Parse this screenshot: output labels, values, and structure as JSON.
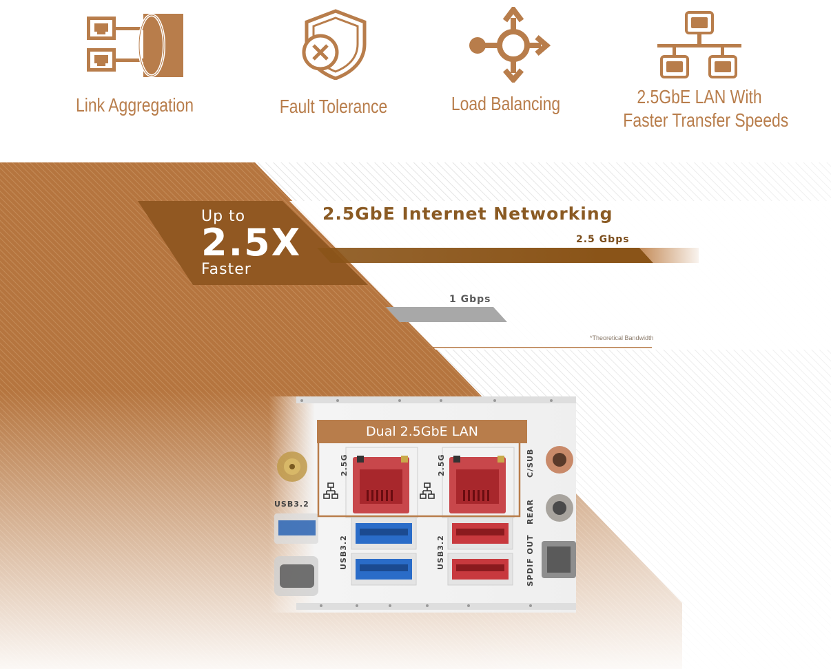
{
  "features": [
    {
      "icon": "link-aggregation-icon",
      "label": "Link Aggregation"
    },
    {
      "icon": "shield-x-icon",
      "label": "Fault Tolerance"
    },
    {
      "icon": "load-balancing-icon",
      "label": "Load Balancing"
    },
    {
      "icon": "network-tree-icon",
      "label_line1": "2.5GbE LAN With",
      "label_line2": "Faster Transfer Speeds"
    }
  ],
  "badge": {
    "line1": "Up to",
    "multiplier": "2.5X",
    "line3": "Faster"
  },
  "comparison": {
    "title": "2.5GbE Internet Networking",
    "bars": [
      {
        "label": "2.5 Gbps",
        "value": 2.5
      },
      {
        "label": "1 Gbps",
        "value": 1
      }
    ],
    "note": "*Theoretical Bandwidth"
  },
  "io_panel": {
    "title": "Dual 2.5GbE LAN",
    "labels": {
      "lan1": "2.5G",
      "lan2": "2.5G",
      "usb_left": "USB3.2",
      "usb_right": "USB3.2",
      "usb_edge": "USB3.2",
      "c_sub": "C/SUB",
      "rear": "REAR",
      "spdif": "SPDIF OUT"
    }
  },
  "colors": {
    "accent": "#b87d4b",
    "dark_accent": "#8a5a23",
    "gray_bar": "#a8a8a8"
  }
}
